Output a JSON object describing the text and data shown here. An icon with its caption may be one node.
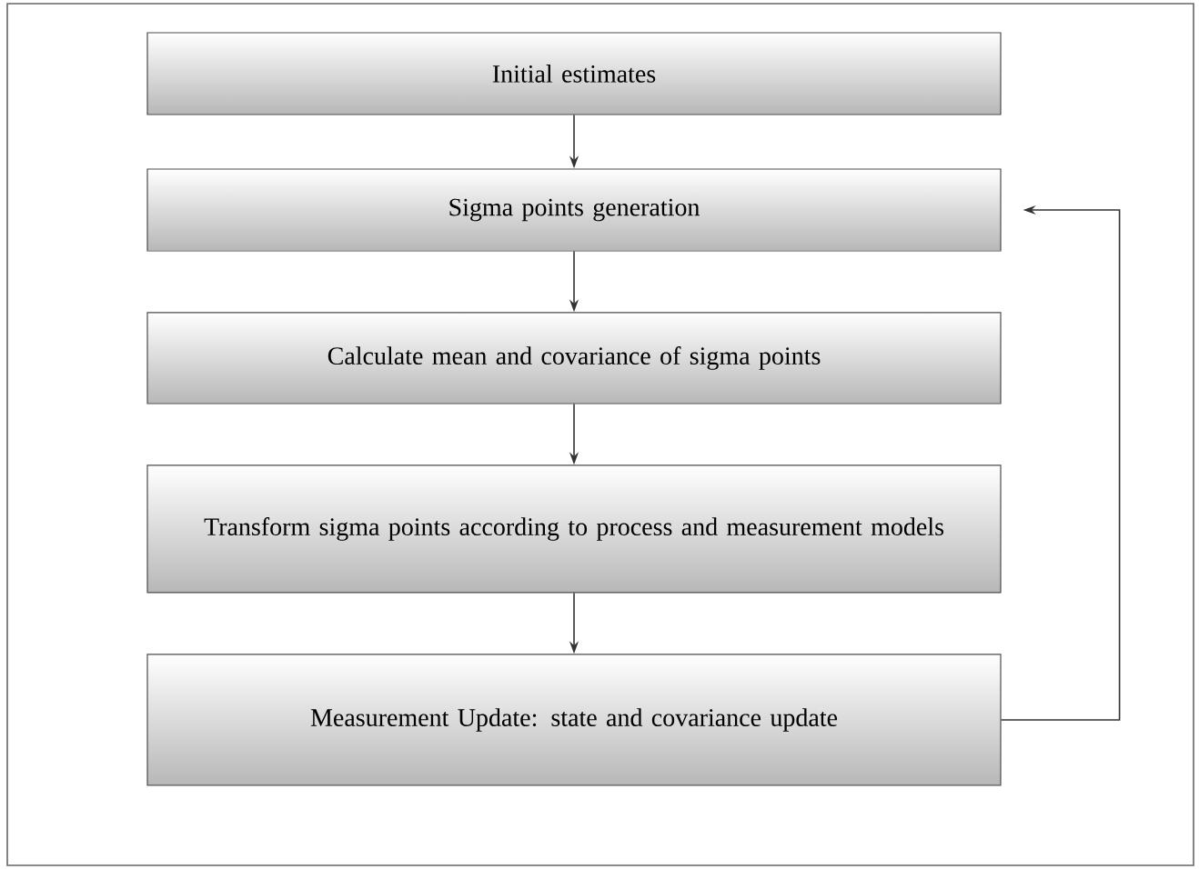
{
  "diagram": {
    "nodes": [
      {
        "text": [
          "Initial estimates"
        ]
      },
      {
        "text": [
          "Sigma points generation"
        ]
      },
      {
        "text": [
          "Calculate mean and covariance of sigma points"
        ]
      },
      {
        "text": [
          "Transform sigma points according to process and measurement models"
        ]
      },
      {
        "text": [
          "Measurement Update: state and covariance update"
        ]
      }
    ],
    "edges": [
      {
        "from": 0,
        "to": 1,
        "arrow": "to"
      },
      {
        "from": 1,
        "to": 2,
        "arrow": "to"
      },
      {
        "from": 2,
        "to": 3,
        "arrow": "to"
      },
      {
        "from": 3,
        "to": 4,
        "arrow": "to"
      },
      {
        "from": 4,
        "to": 1,
        "arrow": "to"
      }
    ]
  }
}
